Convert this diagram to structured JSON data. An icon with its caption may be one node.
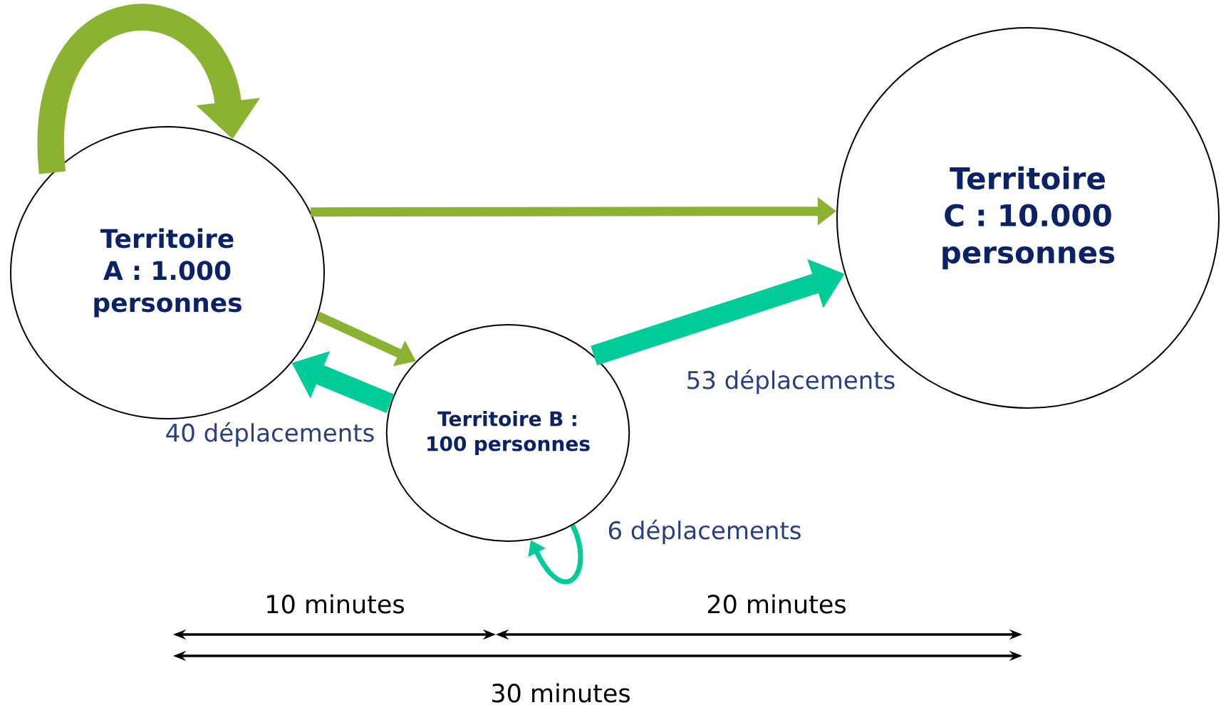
{
  "diagram": {
    "nodes": [
      {
        "text": [
          "Territoire A : 1.000 personnes"
        ]
      },
      {
        "text": [
          "Territoire B : 100 personnes"
        ]
      },
      {
        "text": [
          "Territoire C : 10.000 personnes"
        ]
      }
    ],
    "edges": [
      {
        "from": 0,
        "to": 0,
        "arrow": "to",
        "style": "thick",
        "color": "#8cb232"
      },
      {
        "from": 0,
        "to": 2,
        "arrow": "to",
        "color": "#8cb232"
      },
      {
        "from": 0,
        "to": 1,
        "arrow": "to",
        "color": "#8cb232"
      },
      {
        "from": 1,
        "to": 0,
        "arrow": "to",
        "style": "thick",
        "color": "#00cc99",
        "label": "40 déplacements"
      },
      {
        "from": 1,
        "to": 2,
        "arrow": "to",
        "style": "thick",
        "color": "#00cc99",
        "label": "53 déplacements"
      },
      {
        "from": 1,
        "to": 1,
        "arrow": "to",
        "color": "#00cc99",
        "label": "6 déplacements"
      }
    ],
    "labels": [
      "10 minutes",
      "20 minutes",
      "30 minutes"
    ]
  }
}
